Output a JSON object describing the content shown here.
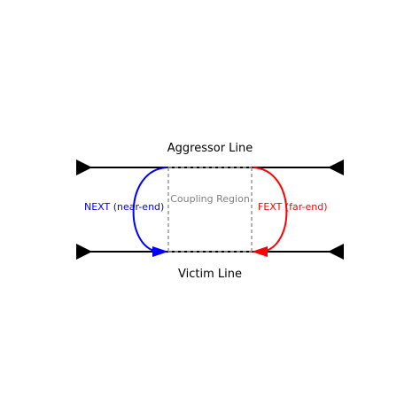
{
  "diagram": {
    "aggressor_label": "Aggressor Line",
    "victim_label": "Victim Line",
    "coupling_label": "Coupling Region",
    "next_label": "NEXT (near-end)",
    "fext_label": "FEXT (far-end)"
  },
  "colors": {
    "line": "#000000",
    "next": "#0000ff",
    "fext": "#ff0000",
    "coupling": "#999999",
    "coupling_text": "#808080"
  },
  "icons": {
    "port": "triangle-arrow-icon"
  }
}
